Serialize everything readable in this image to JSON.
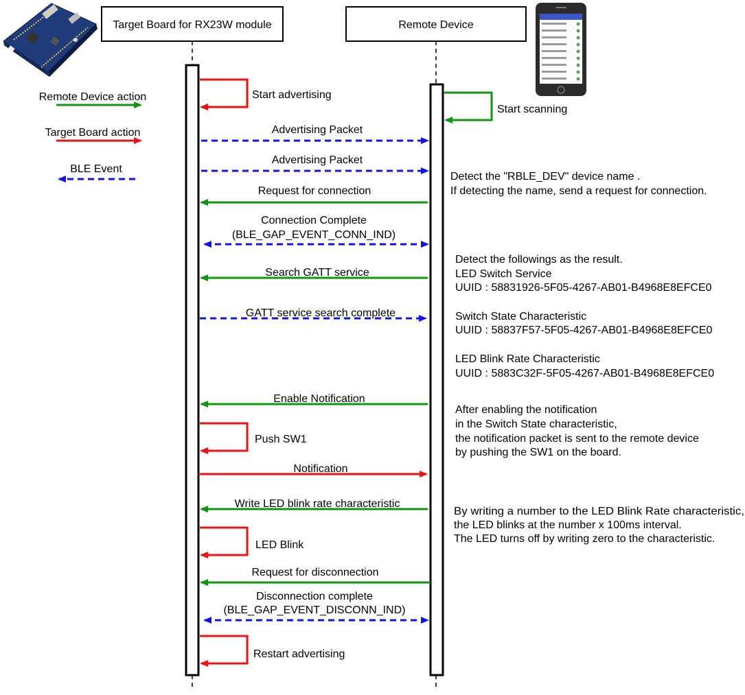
{
  "participants": {
    "target": "Target Board for RX23W module",
    "remote": "Remote Device"
  },
  "legend": {
    "remote_action": "Remote Device action",
    "target_action": "Target Board action",
    "ble_event": "BLE Event"
  },
  "colors": {
    "remote_action": "#119411",
    "target_action": "#ee1111",
    "ble_event": "#1111ee",
    "board_pcb": "#1f3b7a",
    "phone_body": "#2b2b2b"
  },
  "messages": {
    "start_advertising": "Start advertising",
    "start_scanning": "Start scanning",
    "adv_packet_1": "Advertising Packet",
    "adv_packet_2": "Advertising Packet",
    "request_connection": "Request for connection",
    "conn_complete_1": "Connection Complete",
    "conn_complete_2": "(BLE_GAP_EVENT_CONN_IND)",
    "search_gatt": "Search GATT service",
    "gatt_complete": "GATT service search complete",
    "enable_notification": "Enable Notification",
    "push_sw1": "Push SW1",
    "notification": "Notification",
    "write_led": "Write LED blink rate characteristic",
    "led_blink": "LED Blink",
    "request_disconnection": "Request for disconnection",
    "disconn_complete_1": "Disconnection complete",
    "disconn_complete_2": "(BLE_GAP_EVENT_DISCONN_IND)",
    "restart_advertising": "Restart advertising"
  },
  "notes": {
    "detect_name": [
      "Detect the \"RBLE_DEV\" device name .",
      "If detecting the name, send a request for connection."
    ],
    "detect_services": [
      "Detect the followings as the result.",
      "LED Switch Service",
      "UUID : 58831926-5F05-4267-AB01-B4968E8EFCE0"
    ],
    "switch_char": [
      "Switch State Characteristic",
      "UUID : 58837F57-5F05-4267-AB01-B4968E8EFCE0"
    ],
    "blink_char": [
      "LED Blink Rate Characteristic",
      "UUID : 5883C32F-5F05-4267-AB01-B4968E8EFCE0"
    ],
    "notification_info": [
      "After enabling the notification",
      "in the Switch State characteristic,",
      "the notification packet is sent to the remote device",
      "by pushing the SW1 on the board."
    ],
    "blink_info": [
      "By writing a number to the LED Blink Rate characteristic,",
      "the LED blinks at the number x 100ms interval.",
      "The LED turns off by writing zero to the characteristic."
    ]
  },
  "images": {
    "board_icon": "board-photo-icon",
    "phone_icon": "smartphone-icon"
  }
}
